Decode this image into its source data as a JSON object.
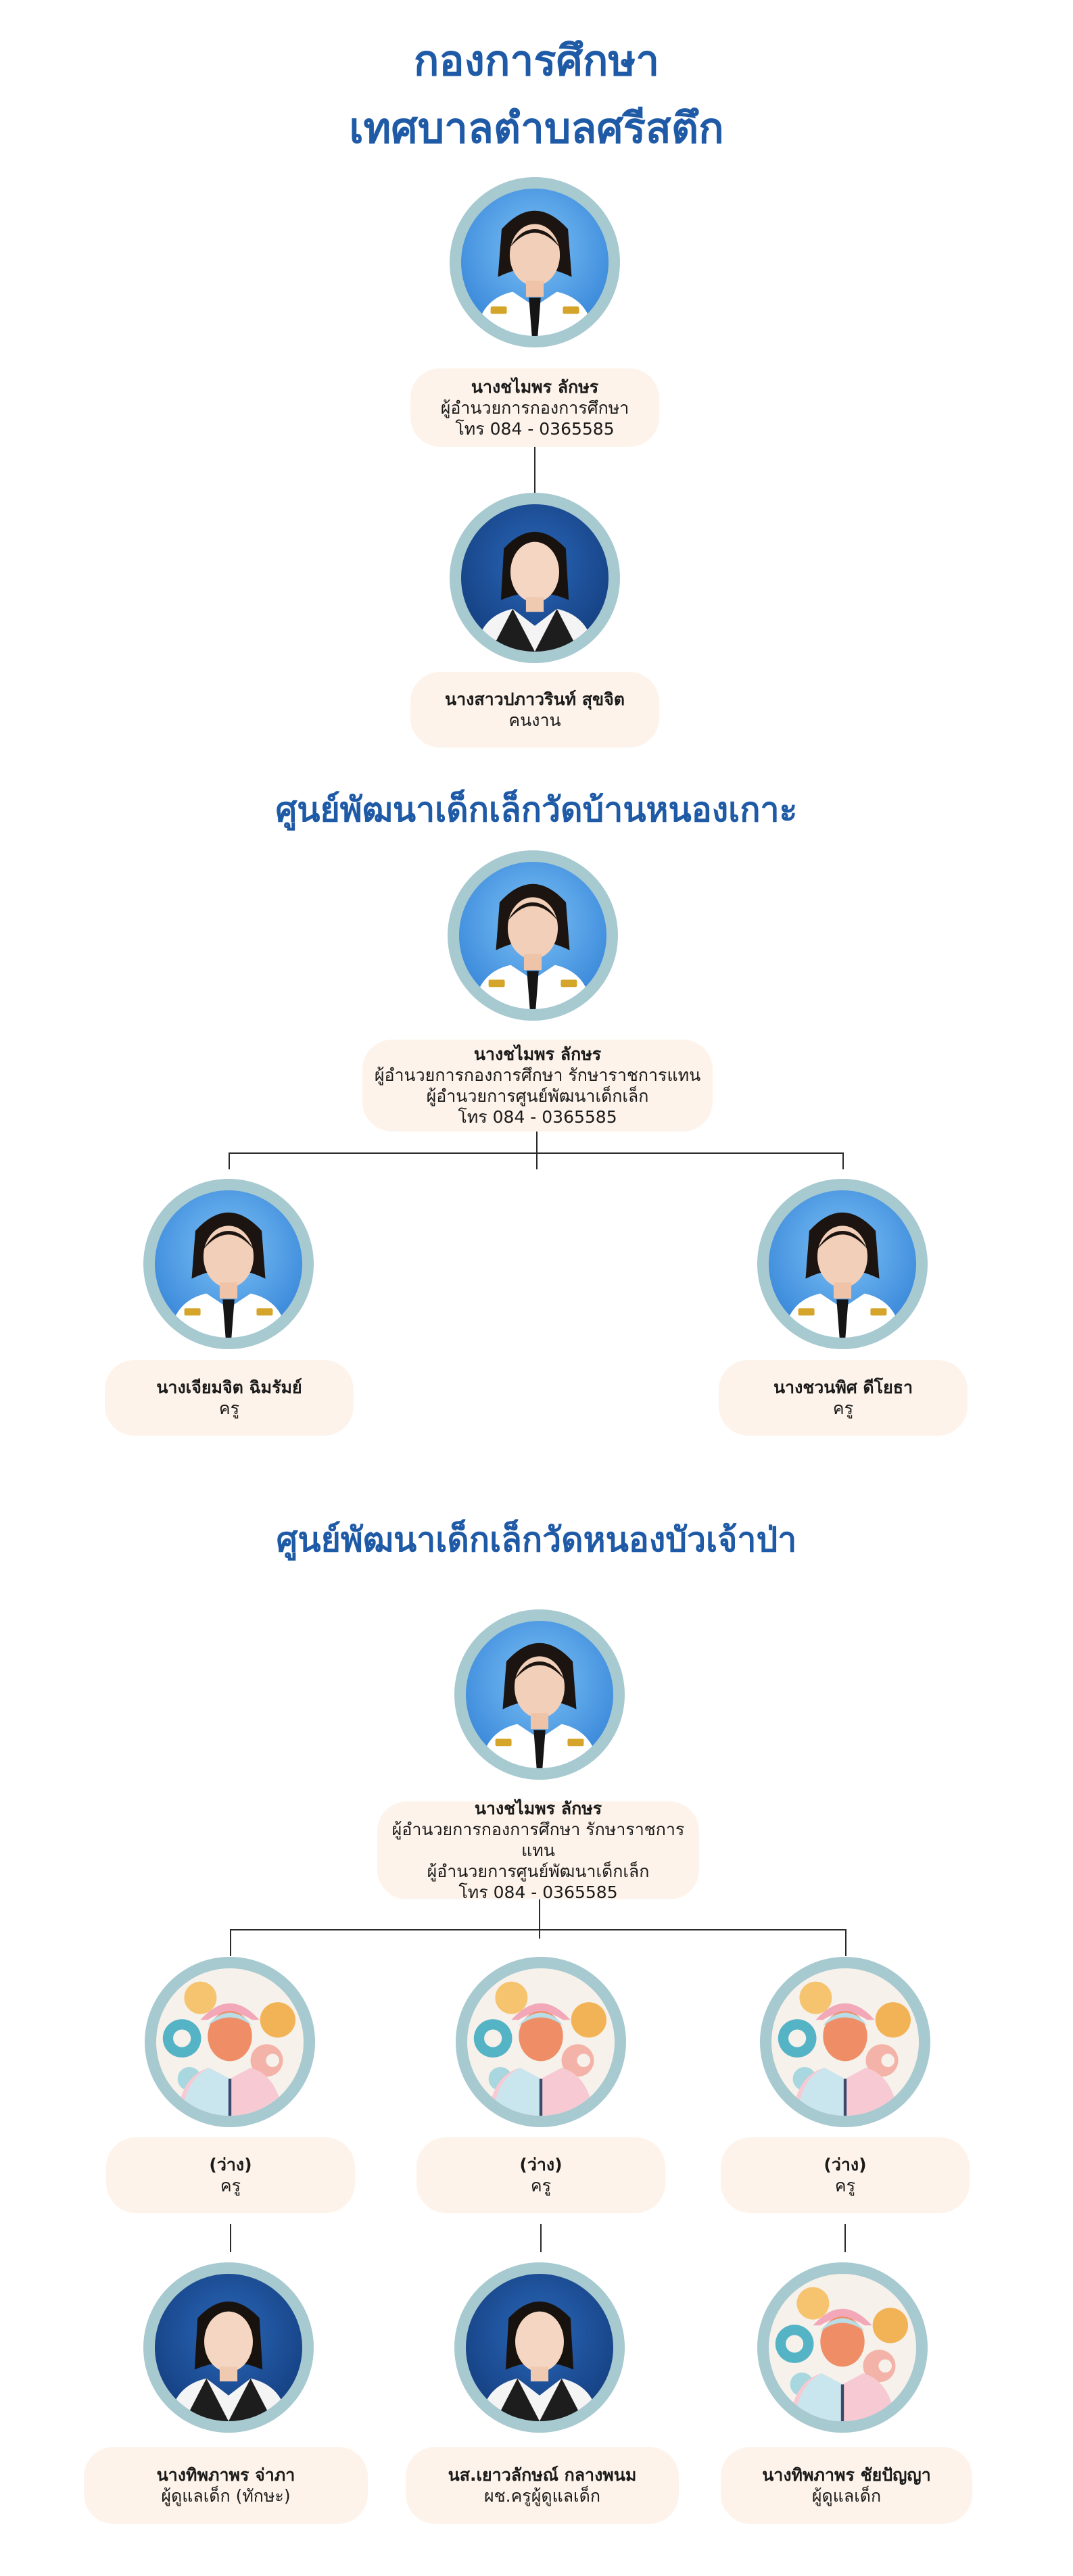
{
  "header": {
    "title_line1": "กองการศึกษา",
    "title_line2": "เทศบาลตำบลศรีสตึก"
  },
  "division": {
    "director": {
      "name": "นางชไมพร ลักษร",
      "position": "ผู้อำนวยการกองการศึกษา",
      "phone": "โทร 084 - 0365585"
    },
    "staff": {
      "name": "นางสาวปภาวรินท์ สุขจิต",
      "position": "คนงาน"
    }
  },
  "center1": {
    "title": "ศูนย์พัฒนาเด็กเล็กวัดบ้านหนองเกาะ",
    "head": {
      "name": "นางชไมพร ลักษร",
      "line1": "ผู้อำนวยการกองการศึกษา รักษาราชการแทน",
      "line2": "ผู้อำนวยการศูนย์พัฒนาเด็กเล็ก",
      "phone": "โทร 084 - 0365585"
    },
    "teachers": [
      {
        "name": "นางเจียมจิต ฉิมรัมย์",
        "position": "ครู"
      },
      {
        "name": "นางชวนพิศ ดีโยธา",
        "position": "ครู"
      }
    ]
  },
  "center2": {
    "title": "ศูนย์พัฒนาเด็กเล็กวัดหนองบัวเจ้าป่า",
    "head": {
      "name": "นางชไมพร ลักษร",
      "line1": "ผู้อำนวยการกองการศึกษา รักษาราชการแทน",
      "line2": "ผู้อำนวยการศูนย์พัฒนาเด็กเล็ก",
      "phone": "โทร 084 - 0365585"
    },
    "teachers": [
      {
        "name": "(ว่าง)",
        "position": "ครู"
      },
      {
        "name": "(ว่าง)",
        "position": "ครู"
      },
      {
        "name": "(ว่าง)",
        "position": "ครู"
      }
    ],
    "caretakers": [
      {
        "name": "นางทิพภาพร จ่าภา",
        "position": "ผู้ดูแลเด็ก (ทักษะ)"
      },
      {
        "name": "นส.เยาวลักษณ์ กลางพนม",
        "position": "ผช.ครูผู้ดูแลเด็ก"
      },
      {
        "name": "นางทิพภาพร ชัยปัญญา",
        "position": "ผู้ดูแลเด็ก"
      }
    ]
  },
  "colors": {
    "title": "#1f5aa6",
    "avatar_ring": "#a7c9d0",
    "card_bg": "#fdf3ea",
    "photo_bg": "#3f8fe0"
  },
  "icons": [
    "person-photo-icon",
    "placeholder-person-icon"
  ]
}
